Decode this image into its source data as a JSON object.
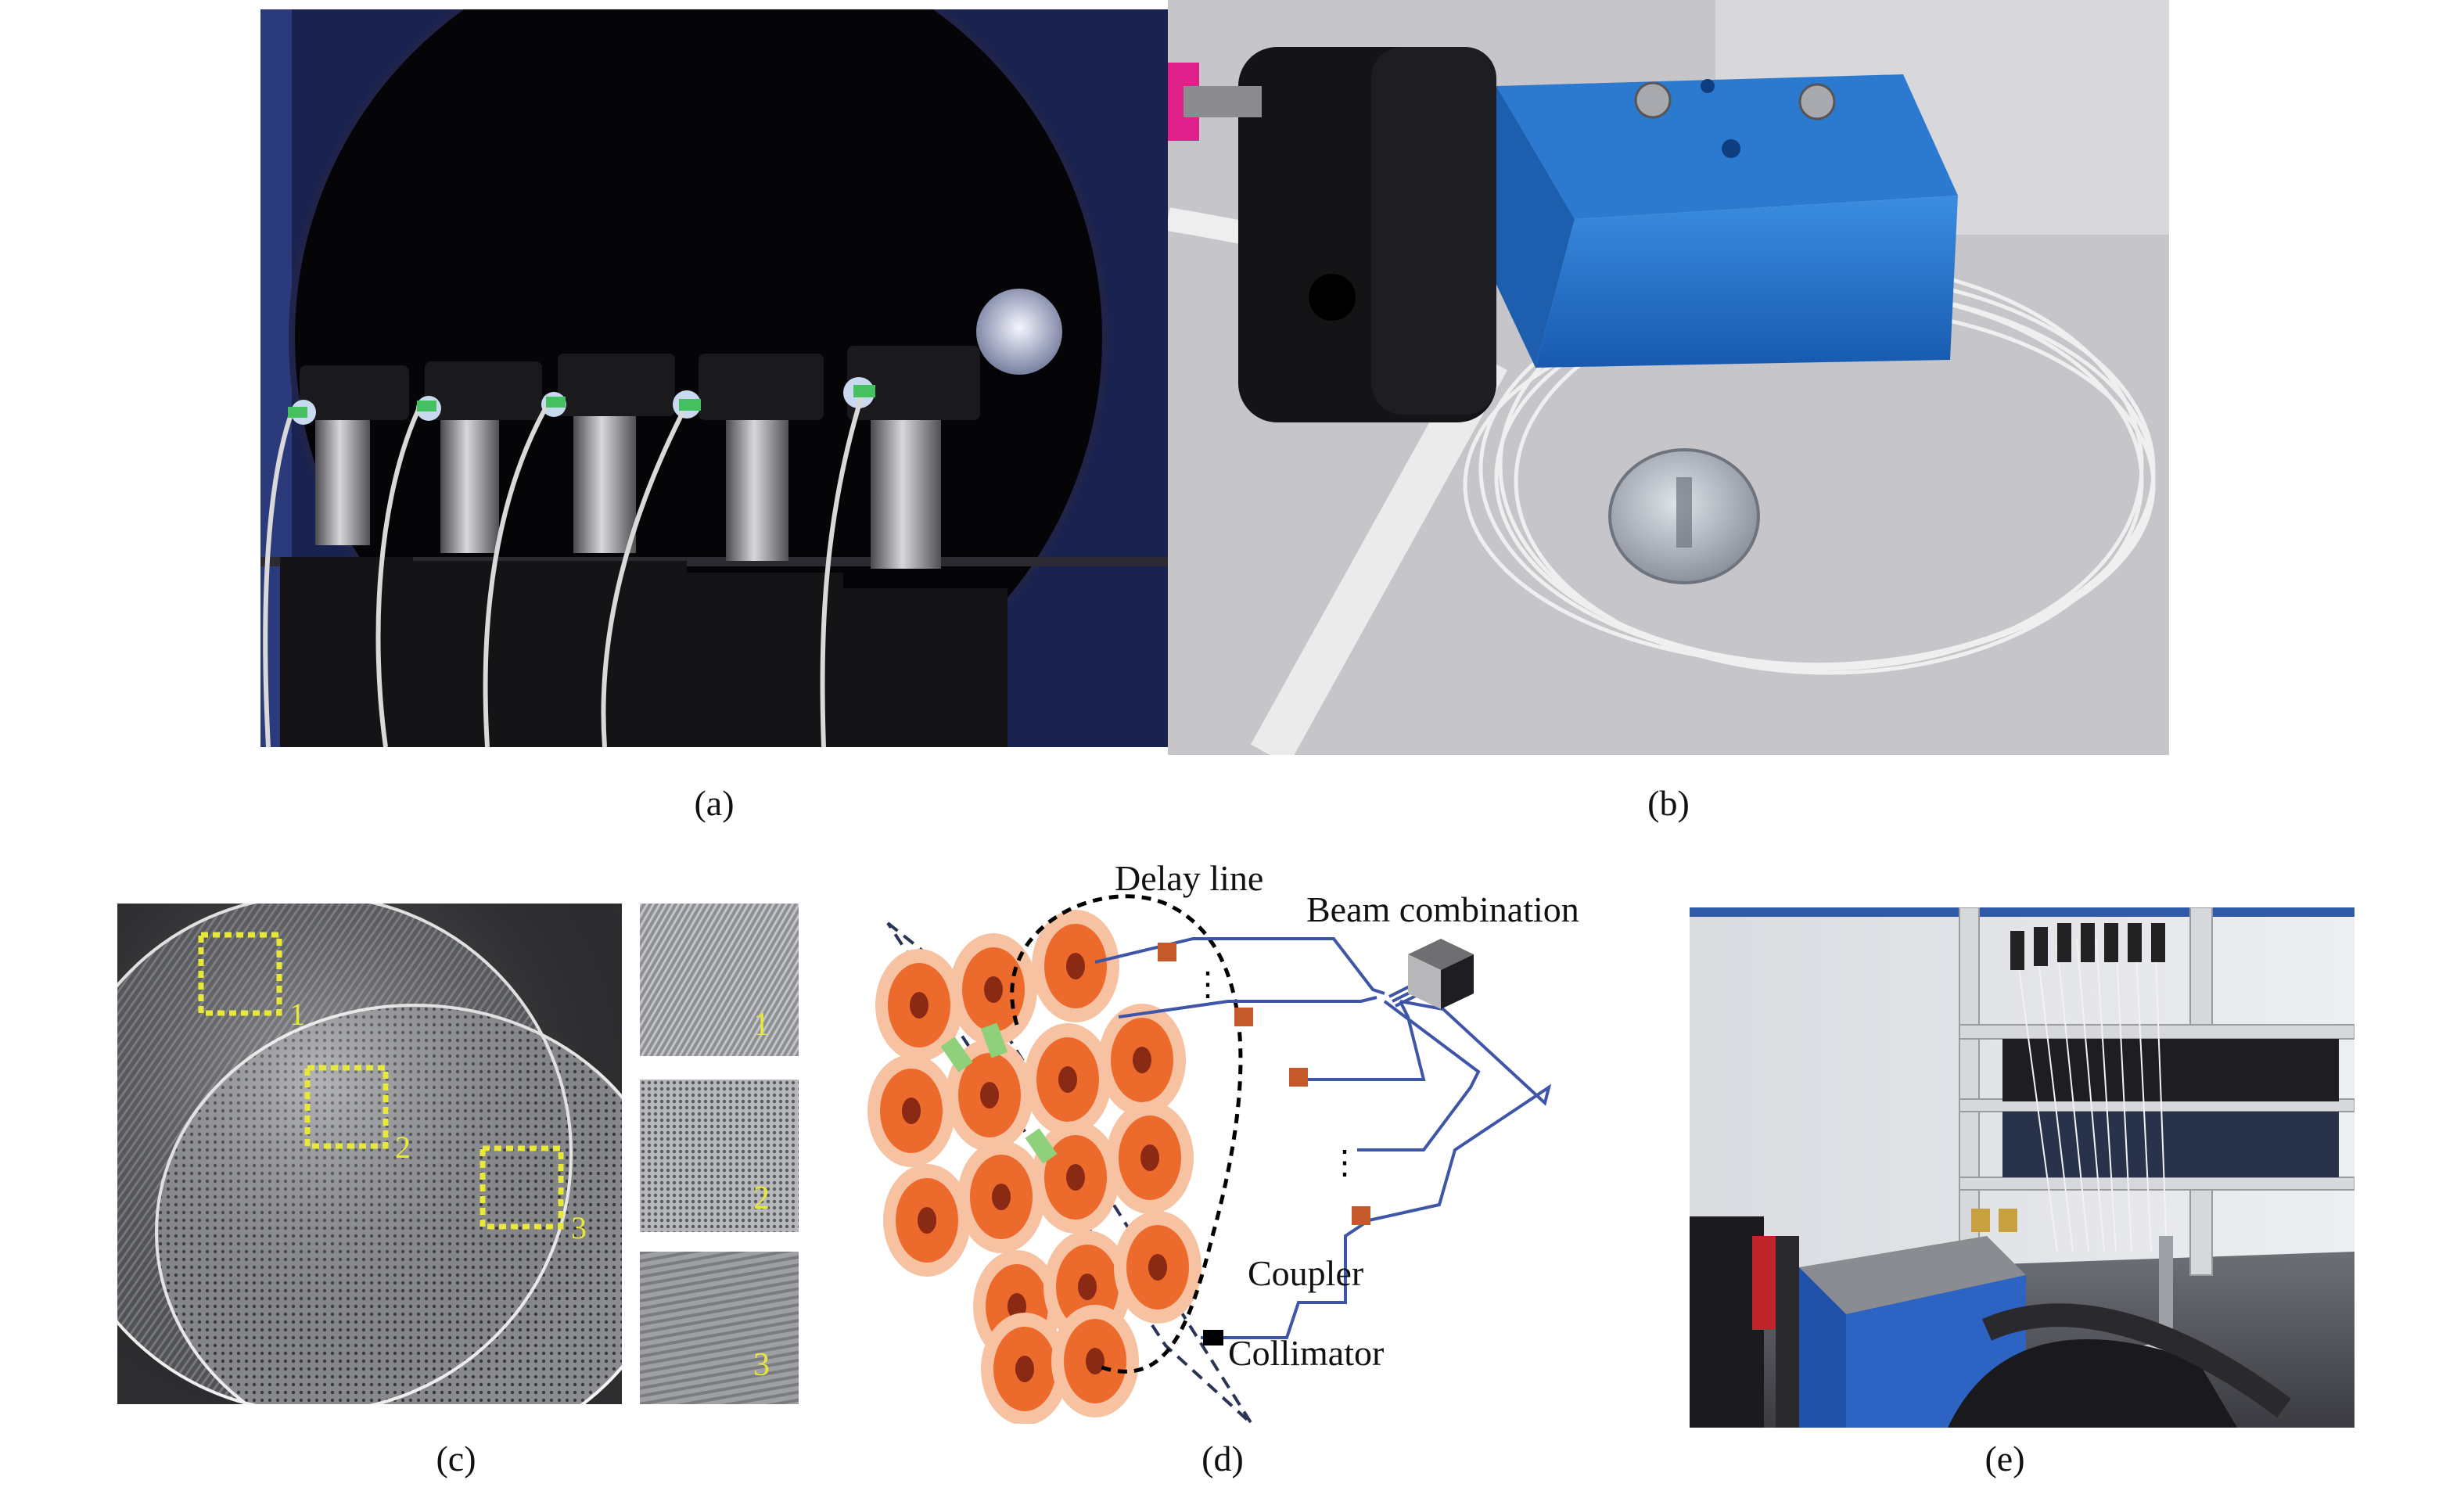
{
  "captions": {
    "a": "(a)",
    "b": "(b)",
    "c": "(c)",
    "d": "(d)",
    "e": "(e)"
  },
  "panel_c": {
    "region_labels": [
      "1",
      "2",
      "3"
    ],
    "inset_labels": [
      "1",
      "2",
      "3"
    ],
    "marker_color": "#e8e83a"
  },
  "panel_d": {
    "delay_line": "Delay line",
    "beam_combination": "Beam combination",
    "coupler": "Coupler",
    "collimator": "Collimator",
    "dots": "⋮",
    "colors": {
      "lens_outer": "#f6c2a2",
      "lens_mid": "#ec6a2c",
      "lens_core": "#8a2a14",
      "fiber": "#3e55a8",
      "delay_box": "#c45a2a",
      "link": "#8fd07a"
    }
  }
}
